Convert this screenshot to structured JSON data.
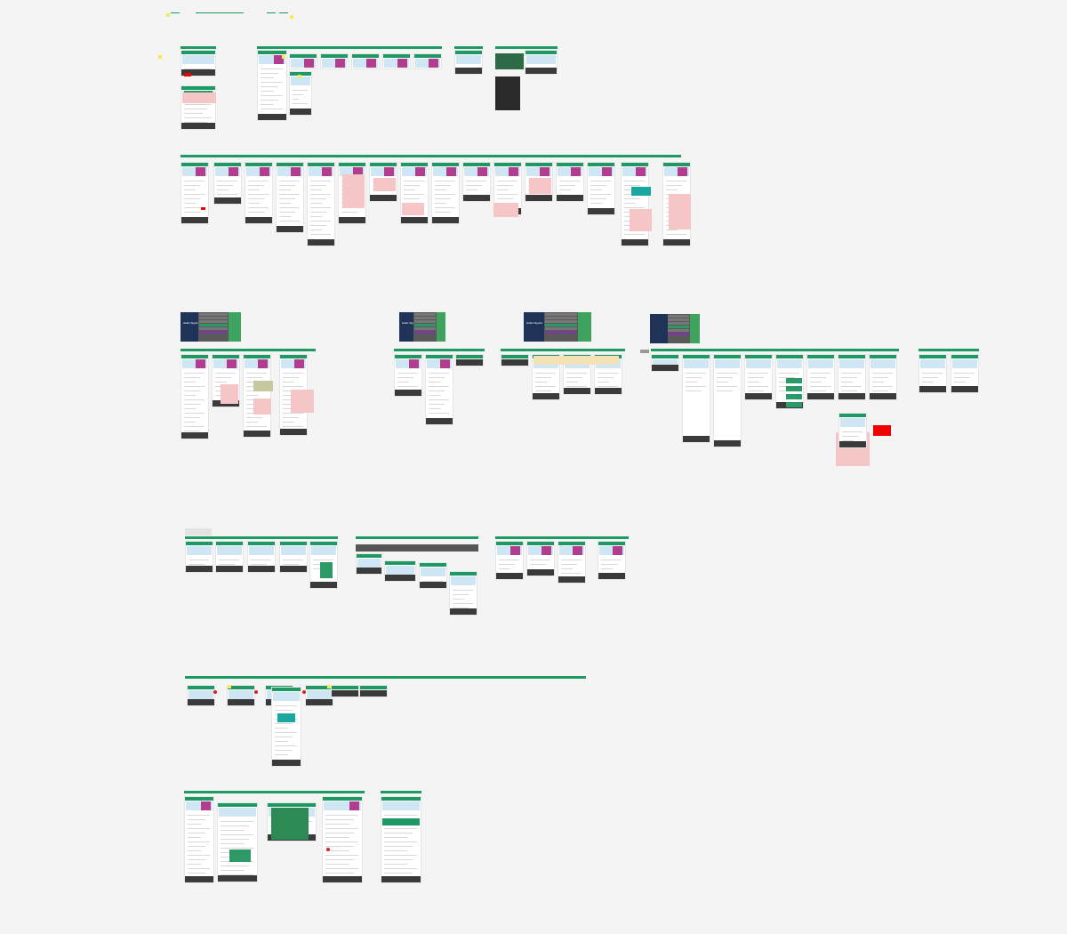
{
  "canvas": {
    "name": "sitemap-wireframe-board",
    "background_color": "#f4f4f4",
    "accent_color": "#1e9963",
    "note": ""
  },
  "sections": [
    {
      "id": "top-legend",
      "label": ""
    },
    {
      "id": "home",
      "label": ""
    },
    {
      "id": "products-row",
      "label": ""
    },
    {
      "id": "kurumsal-mega",
      "label": ""
    },
    {
      "id": "yatirimci-mega",
      "label": ""
    },
    {
      "id": "sirket-mega",
      "label": ""
    },
    {
      "id": "kariyer-mega",
      "label": ""
    },
    {
      "id": "forms-row",
      "label": ""
    },
    {
      "id": "calculator-row",
      "label": ""
    },
    {
      "id": "bottom-row",
      "label": ""
    }
  ],
  "mega_menus": [
    {
      "id": "mega-1",
      "title": "Hakkı Sigorta"
    },
    {
      "id": "mega-2",
      "title": "Hakkı Sigorta"
    },
    {
      "id": "mega-3",
      "title": "Hakkı Sigorta"
    },
    {
      "id": "mega-4",
      "title": ""
    }
  ],
  "status_colors": {
    "highlight_pink": "#f6c5c5",
    "error_red": "#e00000",
    "sticky_yellow": "#f6ec56",
    "footer_dark": "#3a3a3a",
    "hero_blue": "#cfe6f4",
    "mega_navy": "#1f3359",
    "mega_purple": "#7a3c9a"
  }
}
